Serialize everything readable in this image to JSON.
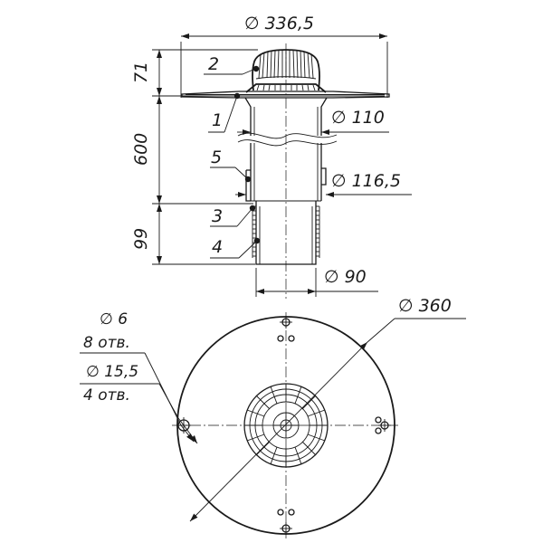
{
  "side_view": {
    "dimensions": {
      "top_diameter": "∅ 336,5",
      "height_top": "71",
      "height_pipe": "600",
      "height_bottom": "99",
      "pipe_diameter_1": "∅ 110",
      "pipe_diameter_2": "∅ 116,5",
      "outlet_diameter": "∅ 90"
    },
    "callouts": [
      "2",
      "1",
      "5",
      "3",
      "4"
    ]
  },
  "plan_view": {
    "flange_diameter": "∅ 360",
    "small_hole_diameter": "∅ 6",
    "small_hole_count": "8 отв.",
    "large_hole_diameter": "∅ 15,5",
    "large_hole_count": "4 отв."
  }
}
